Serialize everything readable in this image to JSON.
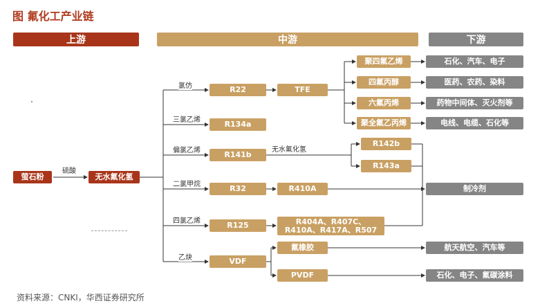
{
  "title": "图 氟化工产业链",
  "headers": {
    "upstream": "上游",
    "midstream": "中游",
    "downstream": "下游"
  },
  "source": "资料来源：CNKI，华西证券研究所",
  "colors": {
    "title": "#b03a1e",
    "upstream": "#a8351a",
    "midstream": "#c9a063",
    "downstream": "#858585"
  },
  "nodes": {
    "fluorite": "萤石粉",
    "hf": "无水氟化氢",
    "r22": "R22",
    "tfe": "TFE",
    "ptfe": "聚四氟乙烯",
    "tfp": "四氟丙醇",
    "hfp": "六氟丙烯",
    "fep": "聚全氟乙丙烯",
    "r134a": "R134a",
    "r141b": "R141b",
    "r142b": "R142b",
    "r143a": "R143a",
    "r32": "R32",
    "r410a": "R410A",
    "r125": "R125",
    "blend_line1": "R404A、R407C、",
    "blend_line2": "R410A、R417A、R507",
    "vdf": "VDF",
    "fkm": "氟橡胶",
    "pvdf": "PVDF"
  },
  "apps": {
    "ptfe": "石化、汽车、电子",
    "tfp": "医药、农药、染料",
    "hfp": "药物中间体、灭火剂等",
    "fep": "电线、电缆、石化等",
    "refrigerant": "制冷剂",
    "fkm": "航天航空、汽车等",
    "pvdf": "石化、电子、氟碳涂料"
  },
  "edge_labels": {
    "sulfuric": "硫酸",
    "chloroform": "氯仿",
    "tce": "三氯乙烯",
    "vdc": "偏氯乙烯",
    "dcm": "二氯甲烷",
    "pce": "四氯乙烯",
    "acetylene": "乙炔",
    "hf2": "无水氟化氢"
  }
}
